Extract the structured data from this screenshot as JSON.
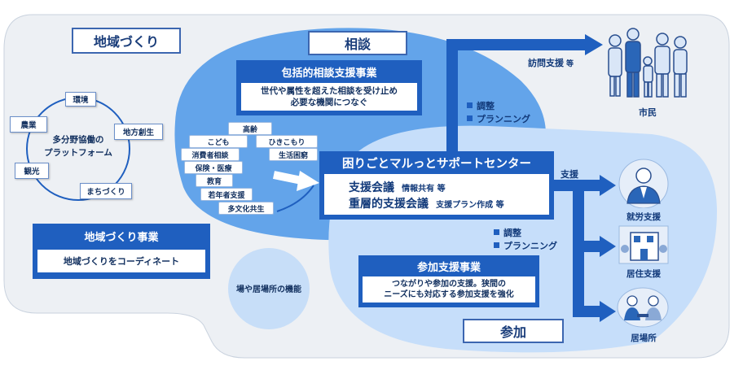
{
  "community": {
    "title": "地域づくり",
    "platform": "多分野協働の\nプラットフォーム",
    "nodes": [
      "環境",
      "農業",
      "地方創生",
      "観光",
      "まちづくり"
    ],
    "project_title": "地域づくり事業",
    "project_desc": "地域づくりをコーディネート",
    "place_function": "場や居場所の機能"
  },
  "consult": {
    "title": "相談",
    "project_title": "包括的相談支援事業",
    "project_desc": "世代や属性を超えた相談を受け止め\n必要な機関につなぐ",
    "tags": [
      "高齢",
      "こども",
      "ひきこもり",
      "消費者相談",
      "生活困窮",
      "保険・医療",
      "教育",
      "若年者支援",
      "多文化共生"
    ]
  },
  "center": {
    "title": "困りごとマルっとサポートセンター",
    "meeting1": "支援会議",
    "meeting1_note": "情報共有 等",
    "meeting2": "重層的支援会議",
    "meeting2_note": "支援プラン作成 等"
  },
  "coordination_top": [
    "調整",
    "プランニング"
  ],
  "coordination_bottom": [
    "調整",
    "プランニング"
  ],
  "participation": {
    "title": "参加",
    "project_title": "参加支援事業",
    "project_desc": "つながりや参加の支援。狭間の\nニーズにも対応する参加支援を強化"
  },
  "outreach": {
    "visit_label": "訪問支援",
    "visit_suffix": "等",
    "citizens": "市民",
    "support_label": "支援"
  },
  "destinations": [
    "就労支援",
    "居住支援",
    "居場所"
  ],
  "colors": {
    "brand_blue": "#1f5fbf",
    "consult_bg": "#63a4ea",
    "participation_bg": "#c6defa",
    "community_bg": "#edf0f4"
  }
}
